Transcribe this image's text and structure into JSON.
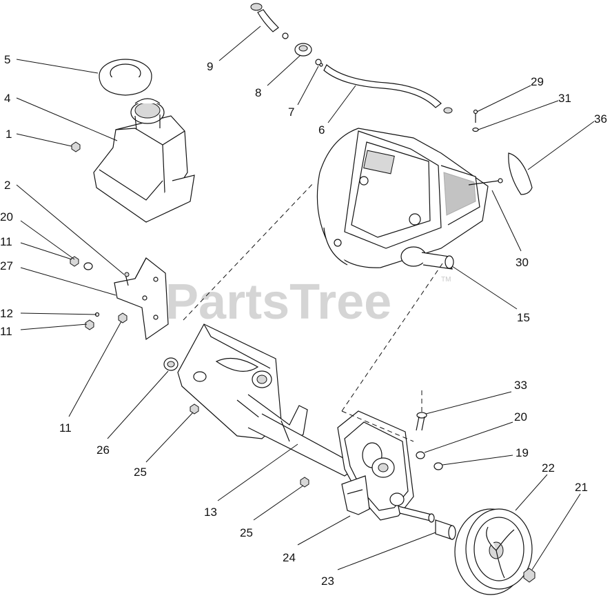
{
  "watermark": {
    "text": "PartsTree",
    "tm": "TM"
  },
  "callouts": [
    {
      "id": "c5",
      "text": "5"
    },
    {
      "id": "c4",
      "text": "4"
    },
    {
      "id": "c1",
      "text": "1"
    },
    {
      "id": "c2",
      "text": "2"
    },
    {
      "id": "c20a",
      "text": "20"
    },
    {
      "id": "c11a",
      "text": "11"
    },
    {
      "id": "c27",
      "text": "27"
    },
    {
      "id": "c12",
      "text": "12"
    },
    {
      "id": "c11b",
      "text": "11"
    },
    {
      "id": "c11c",
      "text": "11"
    },
    {
      "id": "c9",
      "text": "9"
    },
    {
      "id": "c8",
      "text": "8"
    },
    {
      "id": "c7",
      "text": "7"
    },
    {
      "id": "c6",
      "text": "6"
    },
    {
      "id": "c29",
      "text": "29"
    },
    {
      "id": "c31",
      "text": "31"
    },
    {
      "id": "c36",
      "text": "36"
    },
    {
      "id": "c30",
      "text": "30"
    },
    {
      "id": "c15",
      "text": "15"
    },
    {
      "id": "c26",
      "text": "26"
    },
    {
      "id": "c25a",
      "text": "25"
    },
    {
      "id": "c13",
      "text": "13"
    },
    {
      "id": "c25b",
      "text": "25"
    },
    {
      "id": "c24",
      "text": "24"
    },
    {
      "id": "c23",
      "text": "23"
    },
    {
      "id": "c33",
      "text": "33"
    },
    {
      "id": "c20b",
      "text": "20"
    },
    {
      "id": "c19",
      "text": "19"
    },
    {
      "id": "c22",
      "text": "22"
    },
    {
      "id": "c21",
      "text": "21"
    }
  ]
}
